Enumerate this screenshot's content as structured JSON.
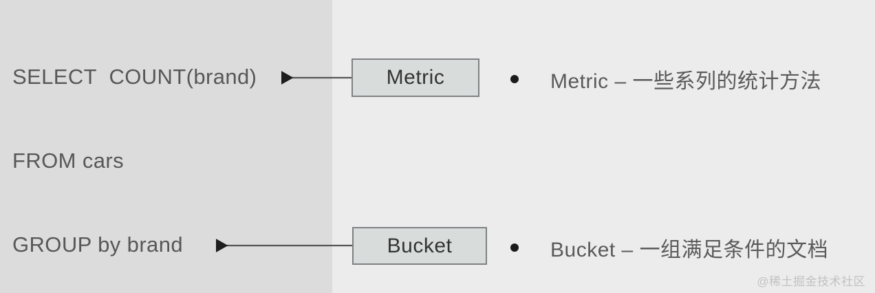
{
  "slide": {
    "background_color": "#ececec",
    "panel_color": "#dcdcdc"
  },
  "sql": {
    "line1": "SELECT  COUNT(brand)",
    "line2": "FROM cars",
    "line3": "GROUP by brand"
  },
  "callouts": {
    "metric_label": "Metric",
    "bucket_label": "Bucket",
    "box_fill": "#d8dcdb",
    "box_border": "#7d8184"
  },
  "definitions": [
    {
      "bullet": "bullet-dot",
      "text": "Metric – 一些系列的统计方法"
    },
    {
      "bullet": "bullet-dot",
      "text": "Bucket – 一组满足条件的文档"
    }
  ],
  "watermark": {
    "text": "@稀土掘金技术社区"
  }
}
